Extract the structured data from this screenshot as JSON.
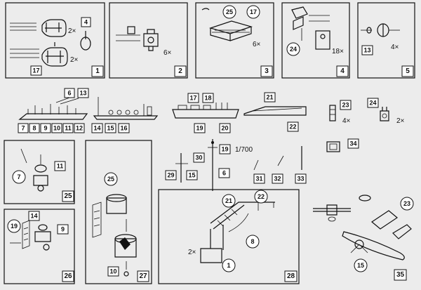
{
  "steps": [
    "1",
    "2",
    "3",
    "4",
    "5",
    "25",
    "26",
    "27",
    "28",
    "35"
  ],
  "quantities": [
    "2×",
    "2×",
    "6×",
    "6×",
    "18×",
    "4×",
    "4×",
    "2×",
    "2×"
  ],
  "scale": "1/700",
  "parts": {
    "p4": "4",
    "p17a": "17",
    "p25a": "25",
    "p17b": "17",
    "p24a": "24",
    "p13a": "13",
    "p6a": "6",
    "p13b": "13",
    "p7": "7",
    "p8": "8",
    "p9a": "9",
    "p10a": "10",
    "p11a": "11",
    "p12": "12",
    "p14a": "14",
    "p15a": "15",
    "p16": "16",
    "p17c": "17",
    "p18": "18",
    "p19a": "19",
    "p20": "20",
    "p21a": "21",
    "p22a": "22",
    "p23a": "23",
    "p24b": "24",
    "p34": "34",
    "p30": "30",
    "p19b": "19",
    "p29": "29",
    "p15b": "15",
    "p6b": "6",
    "p31": "31",
    "p32": "32",
    "p33": "33",
    "p7b": "7",
    "p11b": "11",
    "p25b": "25",
    "p19c": "19",
    "p14b": "14",
    "p9b": "9",
    "p10b": "10",
    "p21b": "21",
    "p22b": "22",
    "p8b": "8",
    "p1": "1",
    "p23b": "23",
    "p15c": "15"
  }
}
